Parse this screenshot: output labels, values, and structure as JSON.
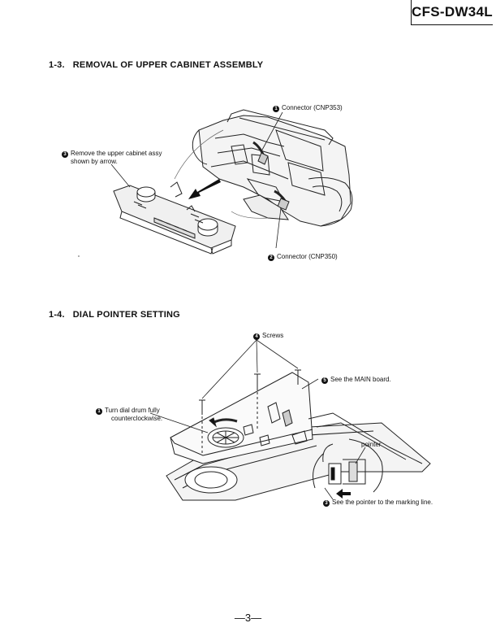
{
  "header": {
    "model": "CFS-DW34L"
  },
  "sections": [
    {
      "number": "1-3.",
      "title": "REMOVAL OF UPPER CABINET ASSEMBLY"
    },
    {
      "number": "1-4.",
      "title": "DIAL POINTER SETTING"
    }
  ],
  "figure1": {
    "callouts": [
      {
        "marker": "1",
        "text": "Connector (CNP353)"
      },
      {
        "marker": "3",
        "lines": [
          "Remove the upper cabinet assy",
          "shown by arrow."
        ]
      },
      {
        "marker": "2",
        "text": "Connector (CNP350)"
      }
    ]
  },
  "figure2": {
    "callouts": [
      {
        "marker": "4",
        "text": "Screws"
      },
      {
        "marker": "5",
        "text": "See the MAIN board."
      },
      {
        "marker": "1",
        "lines": [
          "Turn dial drum fully",
          "counterclockwise."
        ]
      },
      {
        "label": "pointer"
      },
      {
        "marker": "3",
        "text": "See the pointer to the marking line."
      }
    ]
  },
  "footer": {
    "page": "—3—"
  }
}
